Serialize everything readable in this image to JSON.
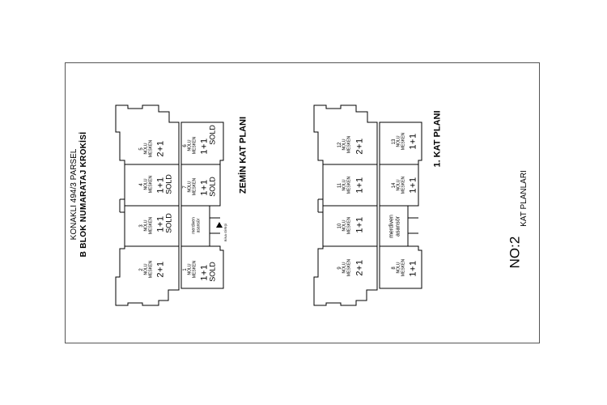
{
  "sheet": {
    "parcel_title": "KONAKLI 494/3 PARSEL",
    "sketch_title": "B BLOK NUMARATAJ KROKİSİ",
    "ground_plan": "ZEMİN  KAT PLANI",
    "first_plan": "1. KAT PLANI",
    "sheet_number": "NO:2",
    "sheet_label": "KAT PLANLARI",
    "entrance": "BİNA GİRİŞİ"
  },
  "unit_label": {
    "noluline": "NOLU",
    "mesken": "MESKEN",
    "sold": "SOLD"
  },
  "ground_units": [
    {
      "no": "5",
      "type": "2+1",
      "sold": ""
    },
    {
      "no": "4",
      "type": "1+1",
      "sold": "SOLD"
    },
    {
      "no": "3",
      "type": "1+1",
      "sold": "SOLD"
    },
    {
      "no": "2",
      "type": "2+1",
      "sold": ""
    },
    {
      "no": "6",
      "type": "1+1",
      "sold": "SOLD"
    },
    {
      "no": "7",
      "type": "1+1",
      "sold": "SOLD"
    },
    {
      "no": "1",
      "type": "1+1",
      "sold": "SOLD"
    }
  ],
  "ground_core": {
    "line1": "merdiven",
    "line2": "asansör"
  },
  "first_units": [
    {
      "no": "12",
      "type": "2+1"
    },
    {
      "no": "11",
      "type": "1+1"
    },
    {
      "no": "10",
      "type": "1+1"
    },
    {
      "no": "9",
      "type": "2+1"
    },
    {
      "no": "13",
      "type": "1+1"
    },
    {
      "no": "14",
      "type": "1+1"
    },
    {
      "no": "8",
      "type": "1+1"
    }
  ],
  "first_core": {
    "line1": "merdiven",
    "line2": "asansör"
  }
}
